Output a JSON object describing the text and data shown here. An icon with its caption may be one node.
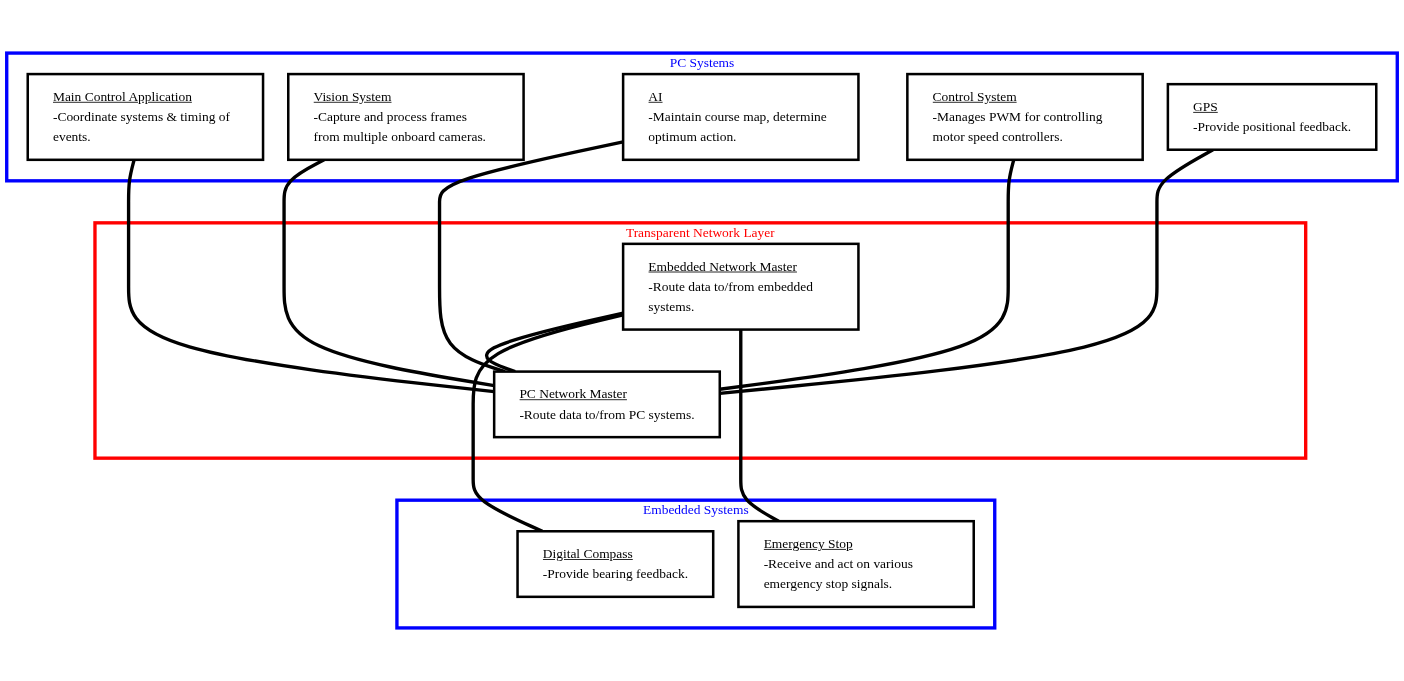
{
  "diagram": {
    "nodes": [
      {
        "text": [
          "PC Systems"
        ]
      },
      {
        "text": [
          "Main Control Application",
          "-Coordinate systems & timing of events."
        ],
        "in": 0
      },
      {
        "text": [
          "Vision System",
          "-Capture and process frames from multiple onboard cameras."
        ],
        "in": 0
      },
      {
        "text": [
          "AI",
          "-Maintain course map, determine optimum action."
        ],
        "in": 0
      },
      {
        "text": [
          "Control System",
          "-Manages PWM for controlling motor speed controllers."
        ],
        "in": 0
      },
      {
        "text": [
          "GPS",
          "-Provide positional feedback."
        ],
        "in": 0
      },
      {
        "text": [
          "Transparent Network Layer"
        ]
      },
      {
        "text": [
          "Embedded Network Master",
          "-Route data to/from embedded systems."
        ],
        "in": 6
      },
      {
        "text": [
          "PC Network Master",
          "-Route data to/from PC systems."
        ],
        "in": 6
      },
      {
        "text": [
          "Embedded Systems"
        ]
      },
      {
        "text": [
          "Digital Compass",
          "-Provide bearing feedback."
        ],
        "in": 9
      },
      {
        "text": [
          "Emergency Stop",
          "-Receive and act on various emergency stop signals."
        ],
        "in": 9
      }
    ],
    "edges": [
      {
        "from": 1,
        "to": 8,
        "arrow": "none"
      },
      {
        "from": 2,
        "to": 8,
        "arrow": "none"
      },
      {
        "from": 3,
        "to": 8,
        "arrow": "none"
      },
      {
        "from": 4,
        "to": 8,
        "arrow": "none"
      },
      {
        "from": 5,
        "to": 8,
        "arrow": "none"
      },
      {
        "from": 7,
        "to": 8,
        "arrow": "none"
      },
      {
        "from": 7,
        "to": 10,
        "arrow": "none"
      },
      {
        "from": 7,
        "to": 11,
        "arrow": "none"
      }
    ]
  }
}
